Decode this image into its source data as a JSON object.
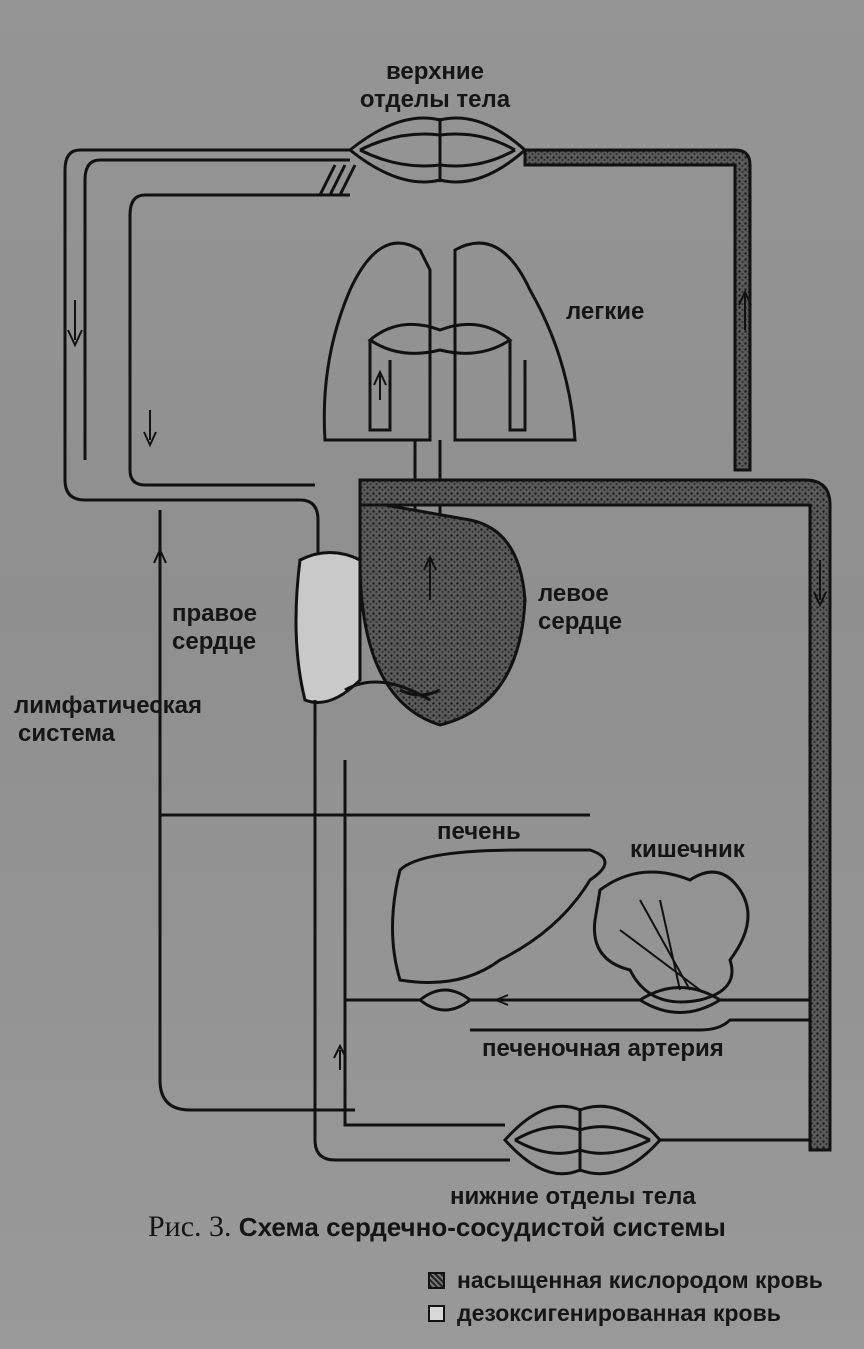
{
  "labels": {
    "upper_body": [
      "верхние",
      "отделы тела"
    ],
    "lungs": "легкие",
    "right_heart": [
      "правое",
      "сердце"
    ],
    "left_heart": [
      "левое",
      "сердце"
    ],
    "lymphatic": [
      "лимфатическая",
      "система"
    ],
    "liver": "печень",
    "intestine": "кишечник",
    "hepatic_artery": "печеночная артерия",
    "lower_body": "нижние отделы тела"
  },
  "caption": {
    "prefix": "Рис. 3.",
    "text": "Схема сердечно-сосудистой системы"
  },
  "legend": {
    "oxygenated": "насыщенная кислородом кровь",
    "deoxygenated": "дезоксигенированная кровь"
  },
  "colors": {
    "background": "#8e8e8e",
    "vessel_stroke": "#111111",
    "deoxygenated_fill": "#d8d8d8",
    "oxygenated_fill": "#555555"
  }
}
